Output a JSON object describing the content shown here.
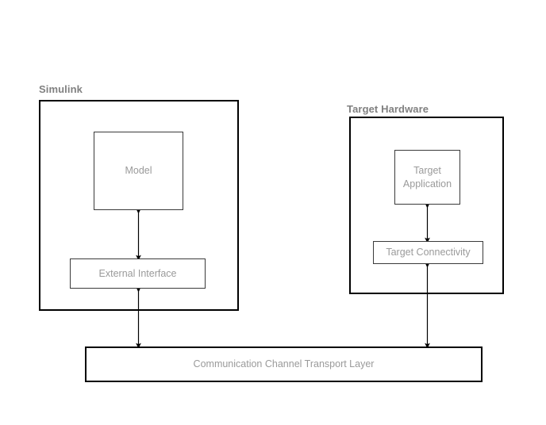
{
  "diagram": {
    "title_groups": [
      {
        "id": "simulink",
        "label": "Simulink"
      },
      {
        "id": "target-hardware",
        "label": "Target Hardware"
      }
    ],
    "groups": {
      "simulink": {
        "label": "Simulink"
      },
      "target_hardware": {
        "label": "Target Hardware"
      }
    },
    "blocks": {
      "model": {
        "label": "Model"
      },
      "external_interface": {
        "label": "External Interface"
      },
      "target_application": {
        "label": "Target\nApplication"
      },
      "target_connectivity": {
        "label": "Target Connectivity"
      },
      "transport_layer": {
        "label": "Communication Channel Transport Layer"
      }
    },
    "connectors": [
      {
        "name": "model-to-external-interface",
        "from": "model",
        "to": "external_interface",
        "style": "double-arrow"
      },
      {
        "name": "external-interface-to-transport-layer",
        "from": "external_interface",
        "to": "transport_layer",
        "style": "double-arrow"
      },
      {
        "name": "target-application-to-target-connectivity",
        "from": "target_application",
        "to": "target_connectivity",
        "style": "double-arrow"
      },
      {
        "name": "target-connectivity-to-transport-layer",
        "from": "target_connectivity",
        "to": "transport_layer",
        "style": "double-arrow"
      }
    ],
    "colors": {
      "background": "#ffffff",
      "outer_border": "#000000",
      "inner_border": "#3a3a3a",
      "group_label_text": "#808080",
      "block_label_text": "#9a9a9a",
      "connector": "#000000"
    }
  }
}
